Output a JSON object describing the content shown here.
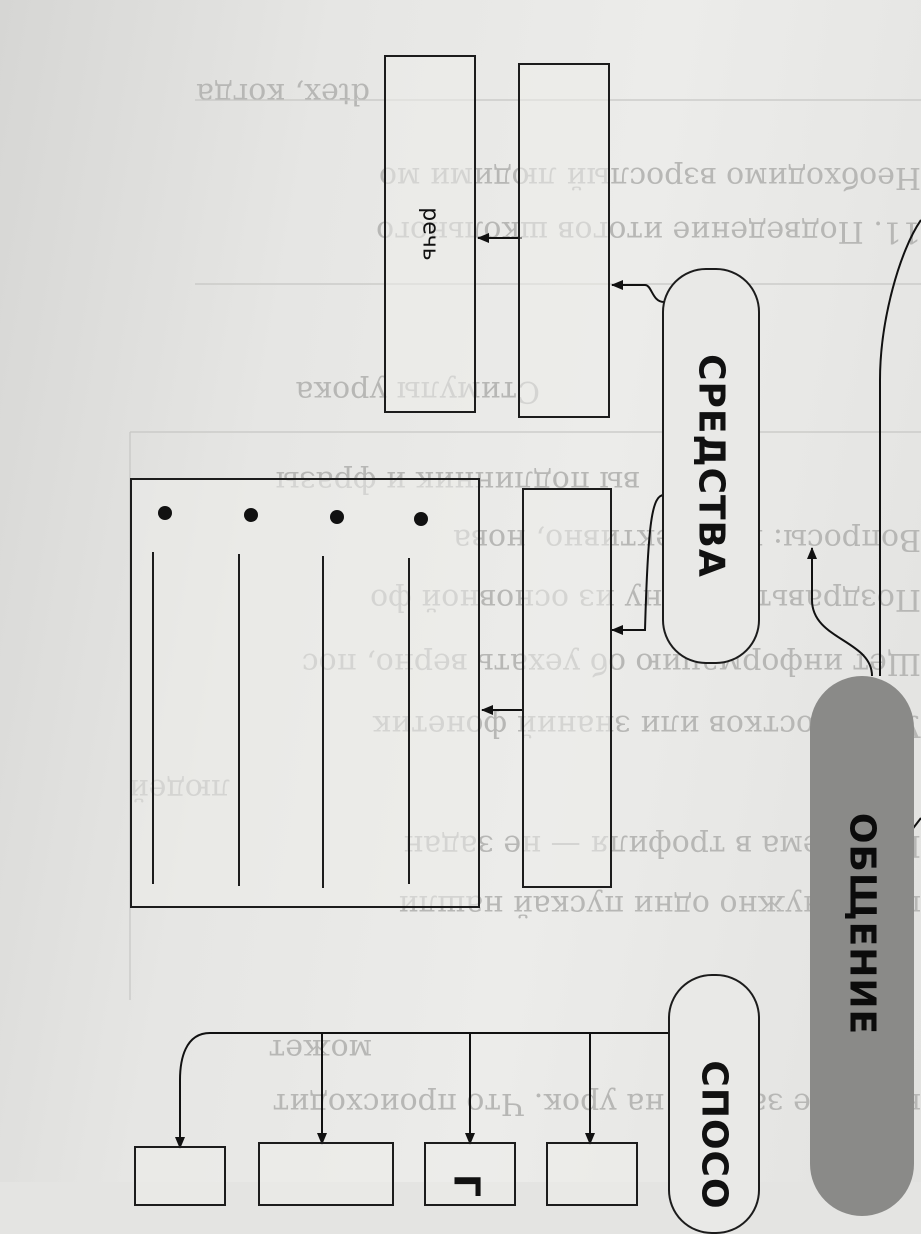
{
  "diagram": {
    "main_node": "ОБЩЕНИЕ",
    "means_node": "СРЕДСТВА",
    "methods_node": "СПОСО",
    "speech_label": "речь",
    "partial_box_label": "Г"
  },
  "bleed_through": [
    "dtex, когда",
    "Необходимо взрослый людими мо",
    "11. Подведение итогов школьного",
    "Стимулы урока",
    "вы подлинник и фразы",
    "Вопросы: в эффективно, нова",
    "Поздравьте шепну из основной фо",
    "Щет информацию об уехать верно, пос",
    "У подростков или знаний фонетик",
    "людей",
    "Проблема в трофиля — не задан",
    "при и нужно одни пускай нашли",
    "в школе задали на урок. Что происходит",
    "может"
  ]
}
